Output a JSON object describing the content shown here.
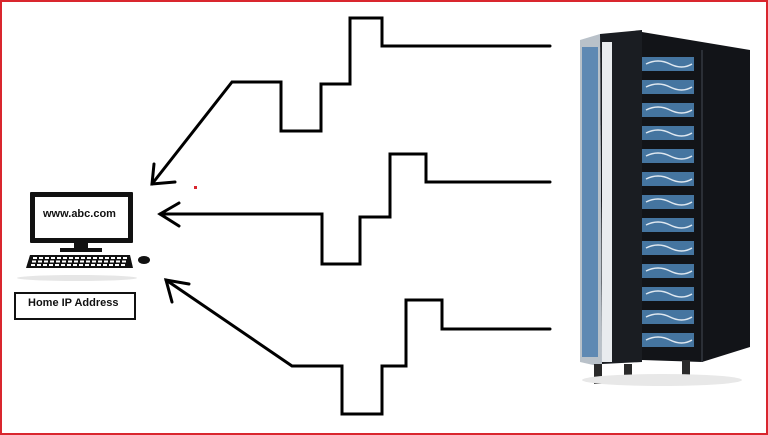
{
  "frame": {
    "border_color": "#d9262e"
  },
  "computer": {
    "screen_text": "www.abc.com",
    "label": "Home IP Address",
    "icons": [
      "monitor-icon",
      "keyboard-icon",
      "mouse-icon"
    ]
  },
  "server": {
    "icon": "server-rack-icon"
  },
  "connections": [
    {
      "name": "top-square-wave-arrow"
    },
    {
      "name": "middle-square-wave-arrow"
    },
    {
      "name": "bottom-square-wave-arrow"
    }
  ],
  "colors": {
    "line": "#000000",
    "rack": "#1c1f24",
    "cable": "#4f86b8"
  }
}
